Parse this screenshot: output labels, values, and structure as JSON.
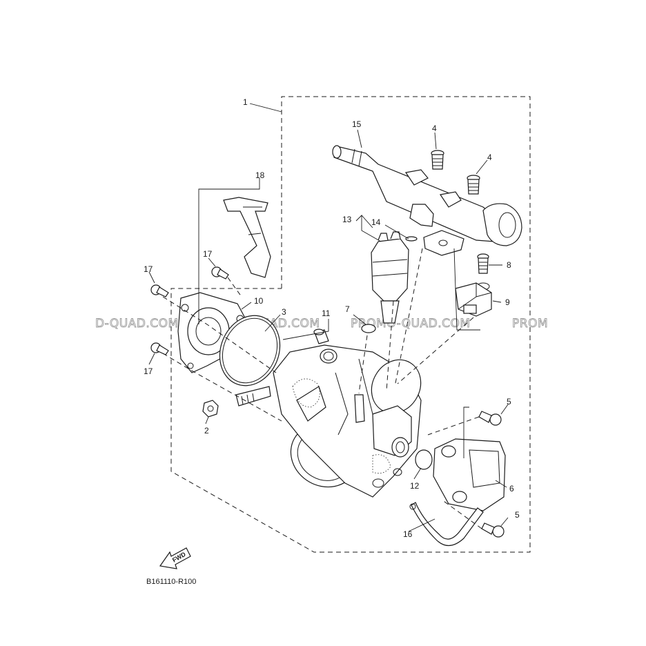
{
  "diagram": {
    "drawing_code": "B161110-R100",
    "fwd_label": "FWD",
    "watermarks": [
      "D-QUAD.COM",
      "PROMO-QUAD.COM",
      "PROMO-QUAD.COM",
      "PROM"
    ],
    "callouts": [
      {
        "id": "c1",
        "text": "1"
      },
      {
        "id": "c2",
        "text": "2"
      },
      {
        "id": "c3",
        "text": "3"
      },
      {
        "id": "c4a",
        "text": "4"
      },
      {
        "id": "c4b",
        "text": "4"
      },
      {
        "id": "c5a",
        "text": "5"
      },
      {
        "id": "c5b",
        "text": "5"
      },
      {
        "id": "c6",
        "text": "6"
      },
      {
        "id": "c7",
        "text": "7"
      },
      {
        "id": "c8",
        "text": "8"
      },
      {
        "id": "c9",
        "text": "9"
      },
      {
        "id": "c10",
        "text": "10"
      },
      {
        "id": "c11",
        "text": "11"
      },
      {
        "id": "c12",
        "text": "12"
      },
      {
        "id": "c13",
        "text": "13"
      },
      {
        "id": "c14",
        "text": "14"
      },
      {
        "id": "c15",
        "text": "15"
      },
      {
        "id": "c16",
        "text": "16"
      },
      {
        "id": "c17a",
        "text": "17"
      },
      {
        "id": "c17b",
        "text": "17"
      },
      {
        "id": "c17c",
        "text": "17"
      },
      {
        "id": "c18",
        "text": "18"
      }
    ]
  }
}
